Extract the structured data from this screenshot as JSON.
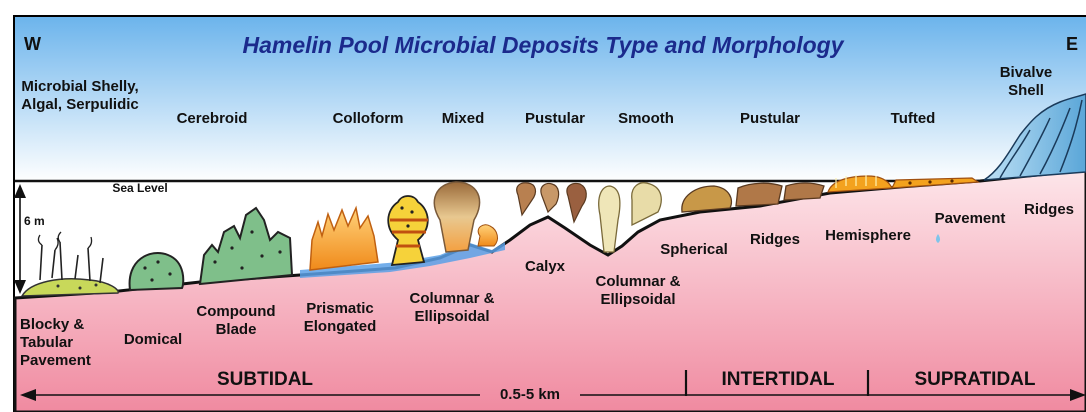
{
  "title": "Hamelin Pool Microbial Deposits Type and Morphology",
  "directions": {
    "west": "W",
    "east": "E"
  },
  "sea_level_label": "Sea Level",
  "depth_label": "6 m",
  "distance_label": "0.5-5 km",
  "types": [
    "Microbial Shelly, Algal, Serpulidic",
    "Cerebroid",
    "Colloform",
    "Mixed",
    "Pustular",
    "Smooth",
    "Pustular",
    "Tufted",
    "Bivalve Shell"
  ],
  "morphologies": {
    "blocky": "Blocky & Tabular Pavement",
    "domical": "Domical",
    "compound": "Compound Blade",
    "prismatic": "Prismatic Elongated",
    "columnar1": "Columnar & Ellipsoidal",
    "calyx": "Calyx",
    "columnar2": "Columnar & Ellipsoidal",
    "spherical": "Spherical",
    "ridges1": "Ridges",
    "hemisphere": "Hemisphere",
    "pavement": "Pavement",
    "ridges2": "Ridges"
  },
  "zones": {
    "subtidal": "SUBTIDAL",
    "intertidal": "INTERTIDAL",
    "supratidal": "SUPRATIDAL"
  },
  "colors": {
    "sky_top": "#6cb4ec",
    "sky_bottom": "#ffffff",
    "ground_top": "#fde6ea",
    "ground_bottom": "#f08aa0",
    "title": "#1b2a8c",
    "frame": "#000000"
  }
}
